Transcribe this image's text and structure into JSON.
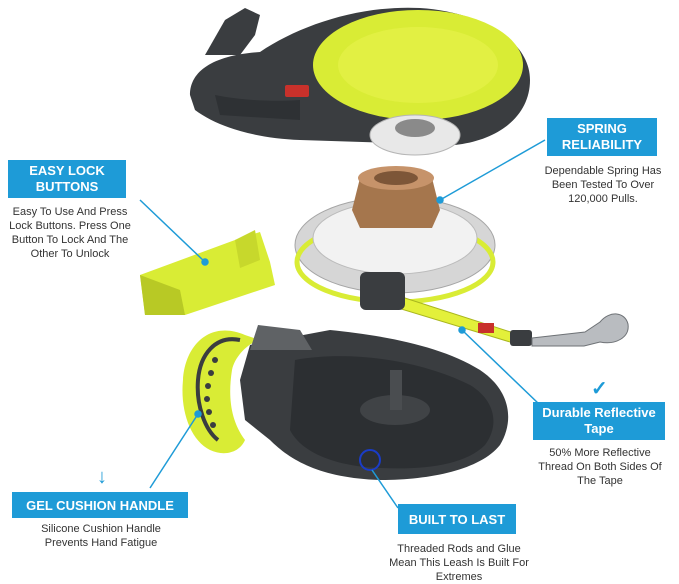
{
  "colors": {
    "accent": "#1e9bd7",
    "housing": "#3a3d40",
    "lime": "#e3f03a"
  },
  "callouts": {
    "spring": {
      "title": "SPRING RELIABILITY",
      "text": "Dependable Spring Has Been Tested To Over 120,000 Pulls."
    },
    "easy_lock": {
      "title": "EASY LOCK BUTTONS",
      "text": "Easy To Use And Press Lock Buttons. Press One Button To Lock And The Other To Unlock"
    },
    "reflective": {
      "title": "Durable Reflective Tape",
      "text": "50% More Reflective Thread On Both Sides Of The Tape"
    },
    "gel": {
      "title": "GEL CUSHION HANDLE",
      "text": "Silicone Cushion Handle Prevents Hand Fatigue"
    },
    "built": {
      "title": "BUILT TO LAST",
      "text": "Threaded Rods and Glue Mean This Leash Is Built For Extremes"
    }
  },
  "icons": [
    "check-arrow-icon",
    "down-arrow-icon"
  ]
}
